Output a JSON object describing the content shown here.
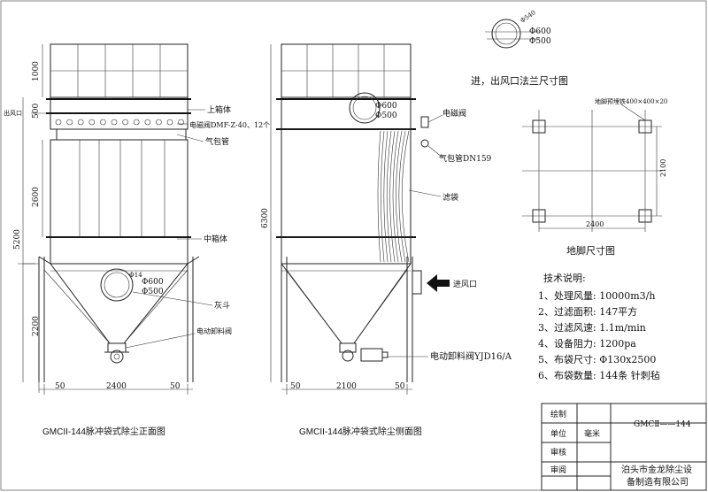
{
  "front_view": {
    "title": "GMCII-144脉冲袋式除尘正面图",
    "labels": {
      "upper_box": "上箱体",
      "solenoid": "电磁阀DMF-Z-40、12个",
      "air_pipe": "气包管",
      "middle_box": "中箱体",
      "hopper": "灰斗",
      "discharge_valve": "电动卸料阀",
      "outlet": "出风口"
    },
    "dims": {
      "d1000": "1000",
      "d500": "500",
      "d2600": "2600",
      "d5200": "5200",
      "d2200": "2200",
      "w50a": "50",
      "w2400": "2400",
      "w50b": "50"
    },
    "flange": {
      "bolt": "Φ14",
      "outer": "Φ600",
      "inner": "Φ500"
    }
  },
  "side_view": {
    "title": "GMCII-144脉冲袋式除尘侧面图",
    "labels": {
      "solenoid": "电磁阀",
      "air_pipe": "气包管DN159",
      "filter_bag": "滤袋",
      "inlet": "进风口",
      "discharge_valve": "电动卸料阀YJD16/A"
    },
    "dims": {
      "d6300": "6300",
      "w50a": "50",
      "w2100": "2100",
      "w50b": "50"
    },
    "flange": {
      "outer": "Φ600",
      "inner": "Φ500"
    }
  },
  "flange_detail": {
    "bolt": "Φ540",
    "outer": "Φ600",
    "inner": "Φ500",
    "caption": "进，出风口法兰尺寸图"
  },
  "foundation": {
    "plate": "地脚预埋铁400×400×20",
    "width": "2400",
    "depth": "2100",
    "caption": "地脚尺寸图"
  },
  "specs": {
    "title": "技术说明:",
    "items": [
      "1、处理风量: 10000m3/h",
      "2、过滤面积: 147平方",
      "3、过滤风速: 1.1m/min",
      "4、设备阻力: 1200pa",
      "5、布袋尺寸: Φ130x2500",
      "6、布袋数量: 144条 针刺毡"
    ]
  },
  "title_block": {
    "drawn": "绘制",
    "unit": "单位",
    "unit_value": "毫米",
    "review": "审核",
    "approve": "审阅",
    "drawing_no": "GMCⅡ——144",
    "company_l1": "泊头市金龙除尘设",
    "company_l2": "备制造有限公司"
  }
}
